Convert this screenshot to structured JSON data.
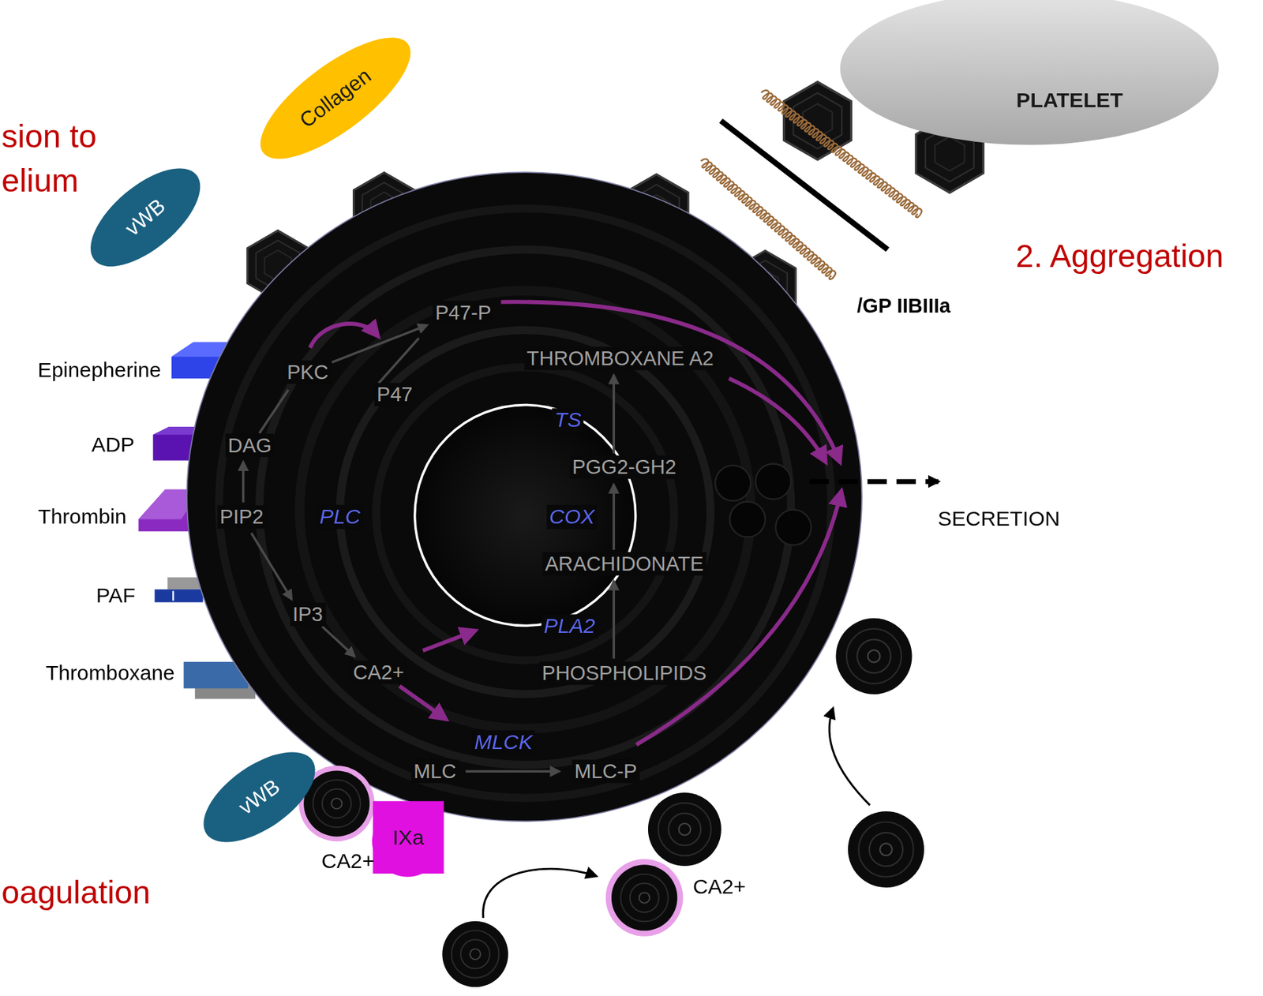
{
  "diagram": {
    "nodes": [
      {
        "text": [
          "vWB"
        ]
      },
      {
        "text": [
          "Collagen"
        ]
      },
      {
        "text": [
          "PLATELET"
        ]
      },
      {
        "text": [
          "vWB"
        ]
      },
      {
        "text": [
          "IXa"
        ]
      }
    ],
    "labels": [
      "sion to elium",
      "2. Aggregation",
      "/GP IIBIIIa",
      "Epinepherine",
      "P47-P",
      "PKC",
      "P47",
      "THROMBOXANE A2",
      "TS",
      "PGG2-GH2",
      "ADP",
      "DAG",
      "Thrombin",
      "PIP2",
      "PLC",
      "COX",
      "SECRETION",
      "ARACHIDONATE",
      "PAF",
      "IP3",
      "PLA2",
      "Thromboxane",
      "CA2+",
      "PHOSPHOLIPIDS",
      "MLCK",
      "MLC",
      "MLC-P",
      "CA2+",
      "CA2+",
      "oagulation"
    ]
  }
}
